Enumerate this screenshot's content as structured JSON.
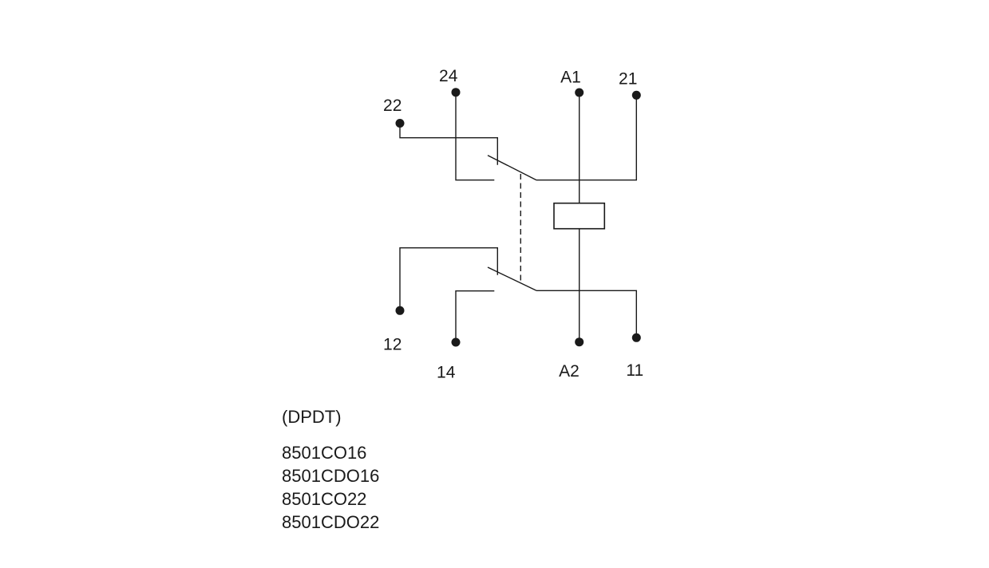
{
  "diagram": {
    "caption": "(DPDT)",
    "models": [
      "8501CO16",
      "8501CDO16",
      "8501CO22",
      "8501CDO22"
    ],
    "terminals": {
      "nc_top": "22",
      "no_top": "24",
      "coil_a1": "A1",
      "com_top": "21",
      "nc_bottom": "12",
      "no_bottom": "14",
      "coil_a2": "A2",
      "com_bottom": "11"
    },
    "colors": {
      "line": "#1a1a1a",
      "background": "#ffffff"
    }
  }
}
